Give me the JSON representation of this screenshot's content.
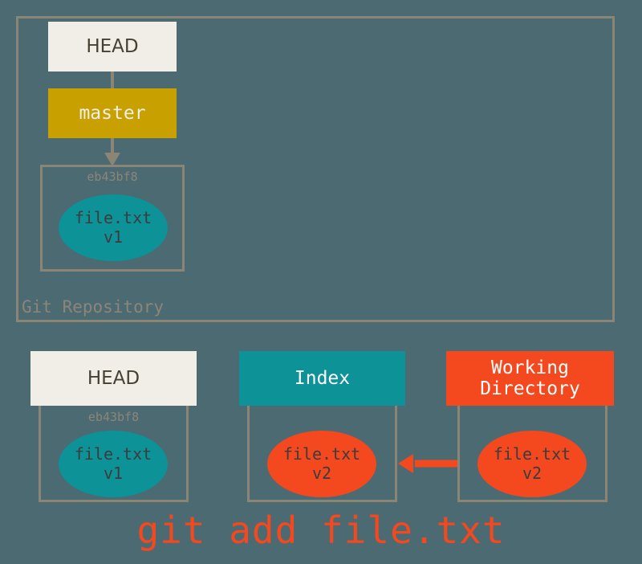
{
  "diagram": {
    "title": "git add file.txt",
    "background_color": "#4c6a72",
    "repository": {
      "label": "Git Repository",
      "head": {
        "label": "HEAD",
        "color": "#f0eee6"
      },
      "branch": {
        "label": "master",
        "color": "#c8a000"
      },
      "commit": {
        "sha": "eb43bf8",
        "blob": {
          "filename": "file.txt",
          "version": "v1",
          "color": "#0d9298"
        }
      }
    },
    "areas": [
      {
        "id": "head",
        "header": "HEAD",
        "header_color": "#f0eee6",
        "sha": "eb43bf8",
        "blob": {
          "filename": "file.txt",
          "version": "v1",
          "color": "#0d9298"
        }
      },
      {
        "id": "index",
        "header": "Index",
        "header_color": "#0d9298",
        "sha": "",
        "blob": {
          "filename": "file.txt",
          "version": "v2",
          "color": "#f4481f"
        }
      },
      {
        "id": "working-directory",
        "header_line1": "Working",
        "header_line2": "Directory",
        "header_color": "#f4481f",
        "sha": "",
        "blob": {
          "filename": "file.txt",
          "version": "v2",
          "color": "#f4481f"
        }
      }
    ],
    "arrows": [
      {
        "id": "head-to-master",
        "direction": "down",
        "color": "#8a8575",
        "style": "plain"
      },
      {
        "id": "master-to-commit",
        "direction": "down",
        "color": "#8a8575",
        "style": "arrowhead"
      },
      {
        "id": "working-to-index",
        "direction": "left",
        "color": "#f4481f",
        "style": "arrowhead"
      }
    ],
    "command": "git add file.txt",
    "command_color": "#f4481f"
  }
}
